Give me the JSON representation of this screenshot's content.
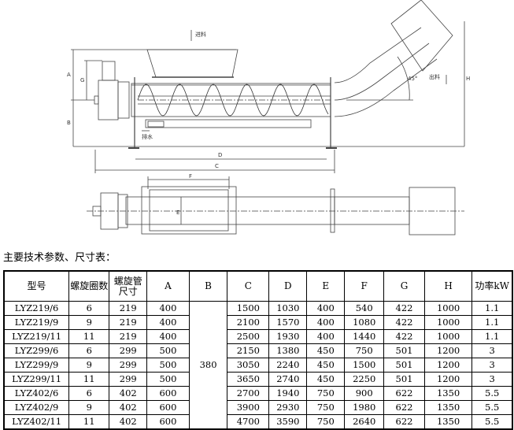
{
  "drawing": {
    "labels": {
      "feed_in": "进料",
      "discharge": "出料",
      "drain": "排水",
      "angle": "45°",
      "A": "A",
      "B": "B",
      "C": "C",
      "D": "D",
      "E": "E",
      "F": "F",
      "G": "G",
      "H": "H"
    }
  },
  "caption": "主要技术参数、尺寸表：",
  "table": {
    "headers": [
      "型号",
      "螺旋圈数",
      "螺旋管尺寸",
      "A",
      "B",
      "C",
      "D",
      "E",
      "F",
      "G",
      "H",
      "功率kW"
    ],
    "b_value": "380",
    "rows": [
      [
        "LYZ219/6",
        "6",
        "219",
        "400",
        "1500",
        "1030",
        "400",
        "540",
        "422",
        "1000",
        "1.1"
      ],
      [
        "LYZ219/9",
        "9",
        "219",
        "400",
        "2100",
        "1570",
        "400",
        "1080",
        "422",
        "1000",
        "1.1"
      ],
      [
        "LYZ219/11",
        "11",
        "219",
        "400",
        "2500",
        "1930",
        "400",
        "1440",
        "422",
        "1000",
        "1.1"
      ],
      [
        "LYZ299/6",
        "6",
        "299",
        "500",
        "2150",
        "1380",
        "450",
        "750",
        "501",
        "1200",
        "3"
      ],
      [
        "LYZ299/9",
        "9",
        "299",
        "500",
        "3050",
        "2240",
        "450",
        "1500",
        "501",
        "1200",
        "3"
      ],
      [
        "LYZ299/11",
        "11",
        "299",
        "500",
        "3650",
        "2740",
        "450",
        "2250",
        "501",
        "1200",
        "3"
      ],
      [
        "LYZ402/6",
        "6",
        "402",
        "600",
        "2700",
        "1940",
        "750",
        "900",
        "622",
        "1350",
        "5.5"
      ],
      [
        "LYZ402/9",
        "9",
        "402",
        "600",
        "3900",
        "2930",
        "750",
        "1980",
        "622",
        "1350",
        "5.5"
      ],
      [
        "LYZ402/11",
        "11",
        "402",
        "600",
        "4700",
        "3590",
        "750",
        "2640",
        "622",
        "1350",
        "5.5"
      ]
    ]
  }
}
